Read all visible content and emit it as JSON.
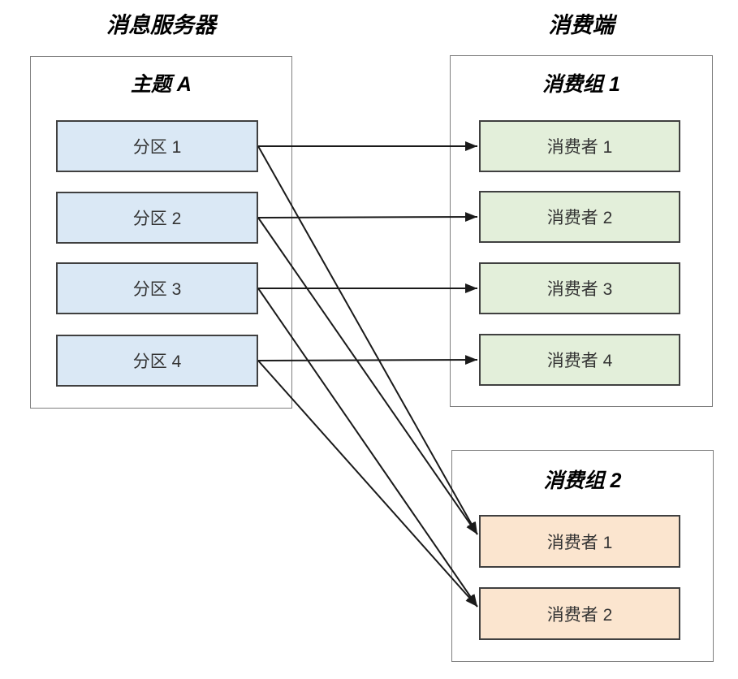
{
  "diagram": {
    "server": {
      "title": "消息服务器",
      "topic": {
        "title": "主题 A",
        "partitions": [
          {
            "id": "p1",
            "label": "分区 1"
          },
          {
            "id": "p2",
            "label": "分区 2"
          },
          {
            "id": "p3",
            "label": "分区 3"
          },
          {
            "id": "p4",
            "label": "分区 4"
          }
        ]
      }
    },
    "consumer_side": {
      "title": "消费端",
      "groups": [
        {
          "id": "g1",
          "title": "消费组 1",
          "consumers": [
            {
              "id": "g1c1",
              "label": "消费者 1"
            },
            {
              "id": "g1c2",
              "label": "消费者 2"
            },
            {
              "id": "g1c3",
              "label": "消费者 3"
            },
            {
              "id": "g1c4",
              "label": "消费者 4"
            }
          ]
        },
        {
          "id": "g2",
          "title": "消费组 2",
          "consumers": [
            {
              "id": "g2c1",
              "label": "消费者 1"
            },
            {
              "id": "g2c2",
              "label": "消费者 2"
            }
          ]
        }
      ]
    },
    "connections": [
      {
        "from": "p1",
        "to": "g1c1"
      },
      {
        "from": "p2",
        "to": "g1c2"
      },
      {
        "from": "p3",
        "to": "g1c3"
      },
      {
        "from": "p4",
        "to": "g1c4"
      },
      {
        "from": "p1",
        "to": "g2c1"
      },
      {
        "from": "p2",
        "to": "g2c1"
      },
      {
        "from": "p3",
        "to": "g2c2"
      },
      {
        "from": "p4",
        "to": "g2c2"
      }
    ],
    "colors": {
      "partition_fill": "#dae8f5",
      "group1_consumer_fill": "#e3efda",
      "group2_consumer_fill": "#fbe5cf",
      "node_border": "#404040",
      "container_border": "#7f7f7f",
      "arrow": "#1a1a1a",
      "label_text": "#333333"
    }
  }
}
